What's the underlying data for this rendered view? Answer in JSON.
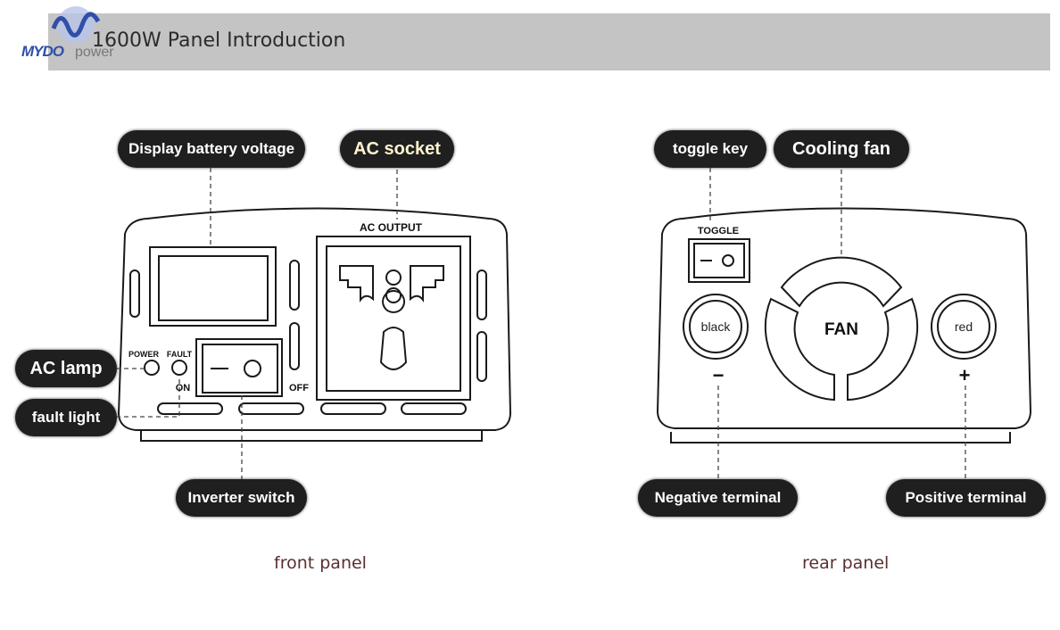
{
  "header": {
    "title": "1600W Panel Introduction",
    "logo_text": "MYDO",
    "logo_sub": "power",
    "bar_color": "#c4c4c4"
  },
  "front_panel": {
    "caption": "front panel",
    "labels": {
      "display": "Display battery voltage",
      "ac_socket": "AC socket",
      "ac_lamp": "AC lamp",
      "fault_light": "fault light",
      "inverter_switch": "Inverter switch"
    },
    "panel_text": {
      "ac_output": "AC OUTPUT",
      "power": "POWER",
      "fault": "FAULT",
      "on": "ON",
      "off": "OFF"
    }
  },
  "rear_panel": {
    "caption": "rear panel",
    "labels": {
      "toggle_key": "toggle key",
      "cooling_fan": "Cooling fan",
      "negative_terminal": "Negative terminal",
      "positive_terminal": "Positive terminal"
    },
    "panel_text": {
      "toggle": "TOGGLE",
      "fan": "FAN",
      "black": "black",
      "red": "red",
      "minus": "−",
      "plus": "+"
    }
  },
  "colors": {
    "pill_bg": "#1f1f1f",
    "pill_text": "#ffffff",
    "caption_text": "#5a2f2f"
  }
}
